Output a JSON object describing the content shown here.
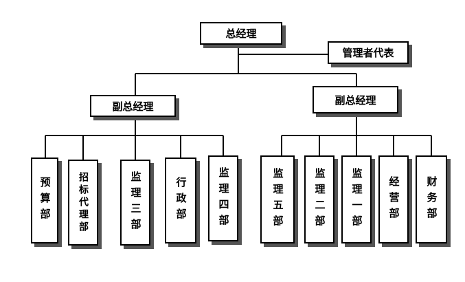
{
  "top": {
    "ceo": "总经理",
    "rep": "管理者代表"
  },
  "vps": {
    "left": "副总经理",
    "right": "副总经理"
  },
  "depts_left": [
    "预算部",
    "招标代理部",
    "监理三部",
    "行政部",
    "监理四部"
  ],
  "depts_right": [
    "监理五部",
    "监理二部",
    "监理一部",
    "经营部",
    "财务部"
  ]
}
